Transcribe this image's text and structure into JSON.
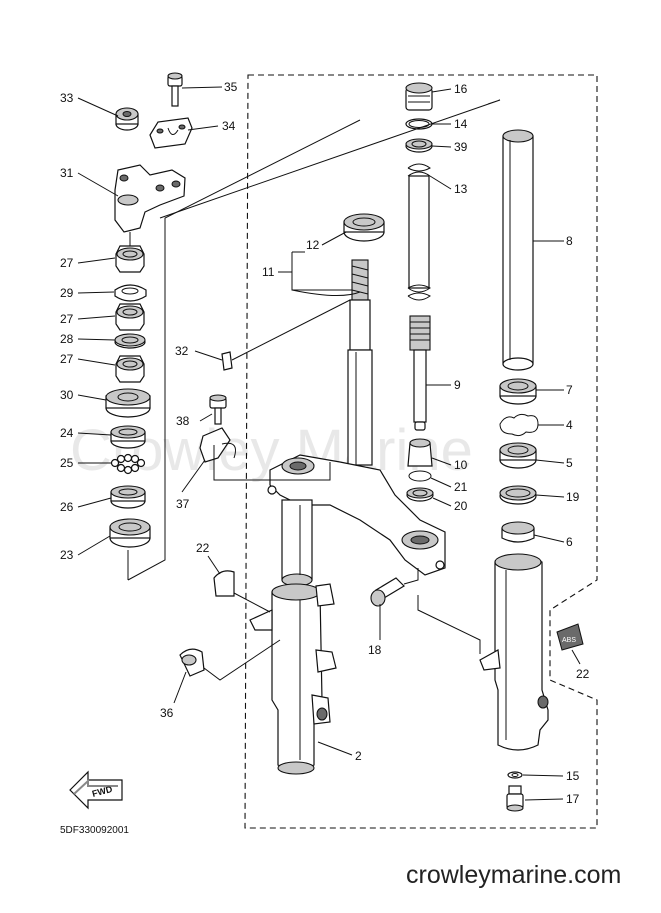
{
  "diagram": {
    "callouts": {
      "c33": "33",
      "c35": "35",
      "c34": "34",
      "c31": "31",
      "c27a": "27",
      "c29": "29",
      "c27b": "27",
      "c28": "28",
      "c27c": "27",
      "c30": "30",
      "c24": "24",
      "c25": "25",
      "c26": "26",
      "c23": "23",
      "c16": "16",
      "c14": "14",
      "c39": "39",
      "c13": "13",
      "c12": "12",
      "c11": "11",
      "c8": "8",
      "c32": "32",
      "c9": "9",
      "c7": "7",
      "c4": "4",
      "c38": "38",
      "c10": "10",
      "c5": "5",
      "c21": "21",
      "c19": "19",
      "c20": "20",
      "c37": "37",
      "c6": "6",
      "c22a": "22",
      "c18": "18",
      "c22b": "22",
      "c36": "36",
      "c2": "2",
      "c15": "15",
      "c17": "17"
    },
    "fwd_label": "FWD",
    "abs_label": "ABS",
    "drawing_code": "5DF330092001",
    "watermark": "Crowley Marine",
    "website": "crowleymarine.com"
  }
}
